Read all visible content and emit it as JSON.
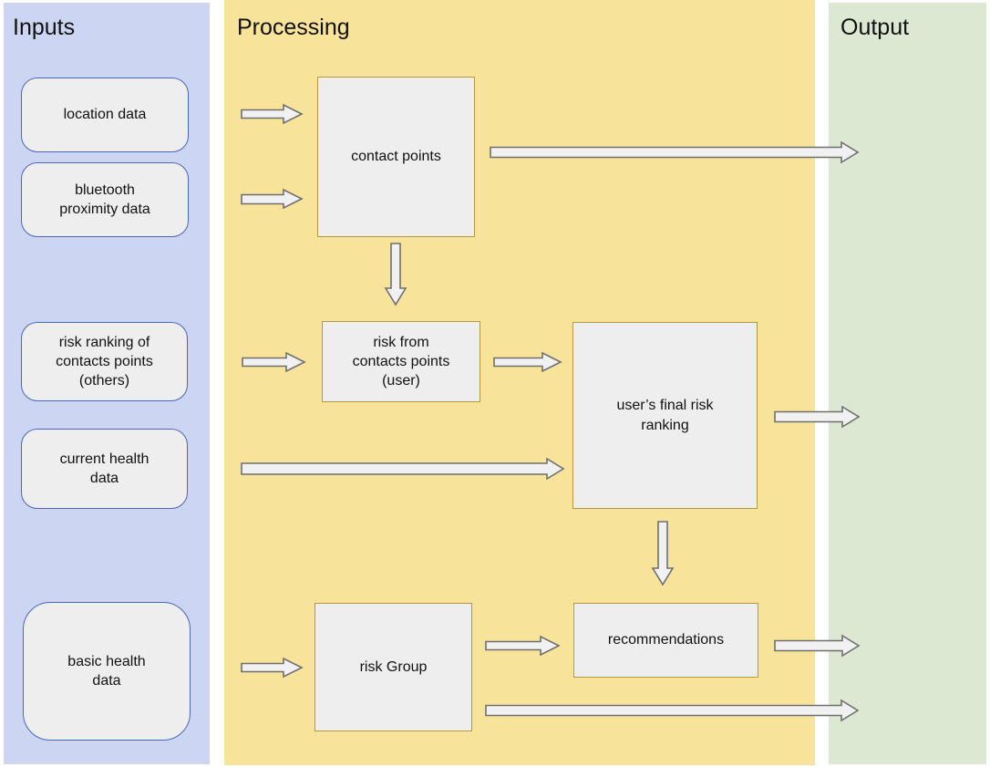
{
  "diagram": {
    "columns": {
      "inputs": {
        "label": "Inputs",
        "bg": "#ccd6f2"
      },
      "processing": {
        "label": "Processing",
        "bg": "#f8e39b"
      },
      "output": {
        "label": "Output",
        "bg": "#dde8d2"
      }
    },
    "input_nodes": {
      "location": {
        "label": "location data"
      },
      "bluetooth": {
        "label": "bluetooth\nproximity data"
      },
      "risk_ranking": {
        "label": "risk ranking of\ncontacts points\n(others)"
      },
      "current_health": {
        "label": "current health\ndata"
      },
      "basic_health": {
        "label": "basic health\ndata"
      }
    },
    "processing_nodes": {
      "contact_points": {
        "label": "contact points"
      },
      "risk_from_contacts": {
        "label": "risk from\ncontacts points\n(user)"
      },
      "final_risk": {
        "label": "user’s final risk\nranking"
      },
      "risk_group": {
        "label": "risk Group"
      },
      "recommendations": {
        "label": "recommendations"
      }
    },
    "arrows": [
      "location-data-to-contact-points",
      "bluetooth-proximity-to-contact-points",
      "contact-points-to-output",
      "contact-points-down-to-risk-from-contacts",
      "risk-ranking-to-risk-from-contacts",
      "risk-from-contacts-to-final-risk",
      "current-health-to-final-risk",
      "final-risk-to-output",
      "final-risk-down-to-recommendations",
      "basic-health-to-risk-group",
      "risk-group-to-recommendations",
      "recommendations-to-output",
      "risk-group-to-output"
    ],
    "colors": {
      "inputs_bg": "#ccd6f2",
      "processing_bg": "#f8e39b",
      "output_bg": "#dde8d2",
      "node_fill": "#eeeeef",
      "input_border": "#4a67be",
      "process_border": "#b5993b",
      "arrow_fill": "#f1f1f2",
      "arrow_stroke": "#6f6f6f"
    }
  }
}
